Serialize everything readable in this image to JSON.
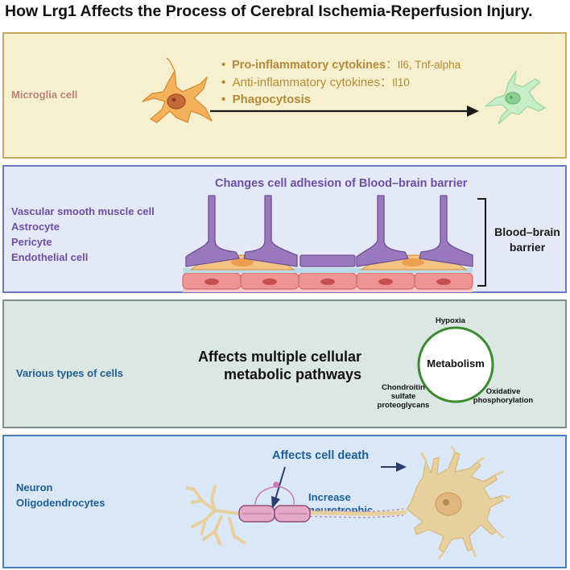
{
  "title": "How Lrg1 Affects the Process of Cerebral Ischemia-Reperfusion Injury.",
  "microglia": {
    "label": "Microglia cell",
    "bullets": [
      {
        "bold": "Pro-inflammatory cytokines",
        "sep": "：",
        "rest": "Il6, Tnf-alpha"
      },
      {
        "bold": "Anti-inflammatory cytokines",
        "sep": "：",
        "rest": "Il10"
      },
      {
        "bold": "Phagocytosis",
        "sep": "",
        "rest": ""
      }
    ],
    "colors": {
      "text": "#b48a3a",
      "label": "#b9857a",
      "cell_active": "#f4b25c",
      "cell_resting": "#c6ecc8"
    }
  },
  "bbb": {
    "heading": "Changes cell adhesion of Blood–brain barrier",
    "cells": [
      "Vascular smooth muscle cell",
      "Astrocyte",
      "Pericyte",
      "Endothelial cell"
    ],
    "bracket_label_line1": "Blood–brain",
    "bracket_label_line2": "barrier",
    "colors": {
      "text": "#6b4fa3",
      "astrocyte": "#9a78be",
      "pericyte": "#f4c283",
      "endothelial": "#ee9594"
    }
  },
  "metabolism": {
    "cells_label": "Various types of cells",
    "main_line1": "Affects multiple cellular",
    "main_line2": "metabolic pathways",
    "circle_label": "Metabolism",
    "hypoxia": "Hypoxia",
    "chondroitin": [
      "Chondroitin",
      "sulfate",
      "proteoglycans"
    ],
    "oxphos": [
      "Oxidative",
      "phosphorylation"
    ],
    "colors": {
      "text": "#1f5d96",
      "circle": "#3a8a2f"
    }
  },
  "neuron": {
    "label_line1": "Neuron",
    "label_line2": "Oligodendrocytes",
    "death": "Affects cell death",
    "neuro_line1": "Increase",
    "neuro_line2": "neurotrophic",
    "colors": {
      "text": "#1f5d96",
      "neuron": "#e8cf9e",
      "myelin": "#e4a8c8"
    }
  }
}
